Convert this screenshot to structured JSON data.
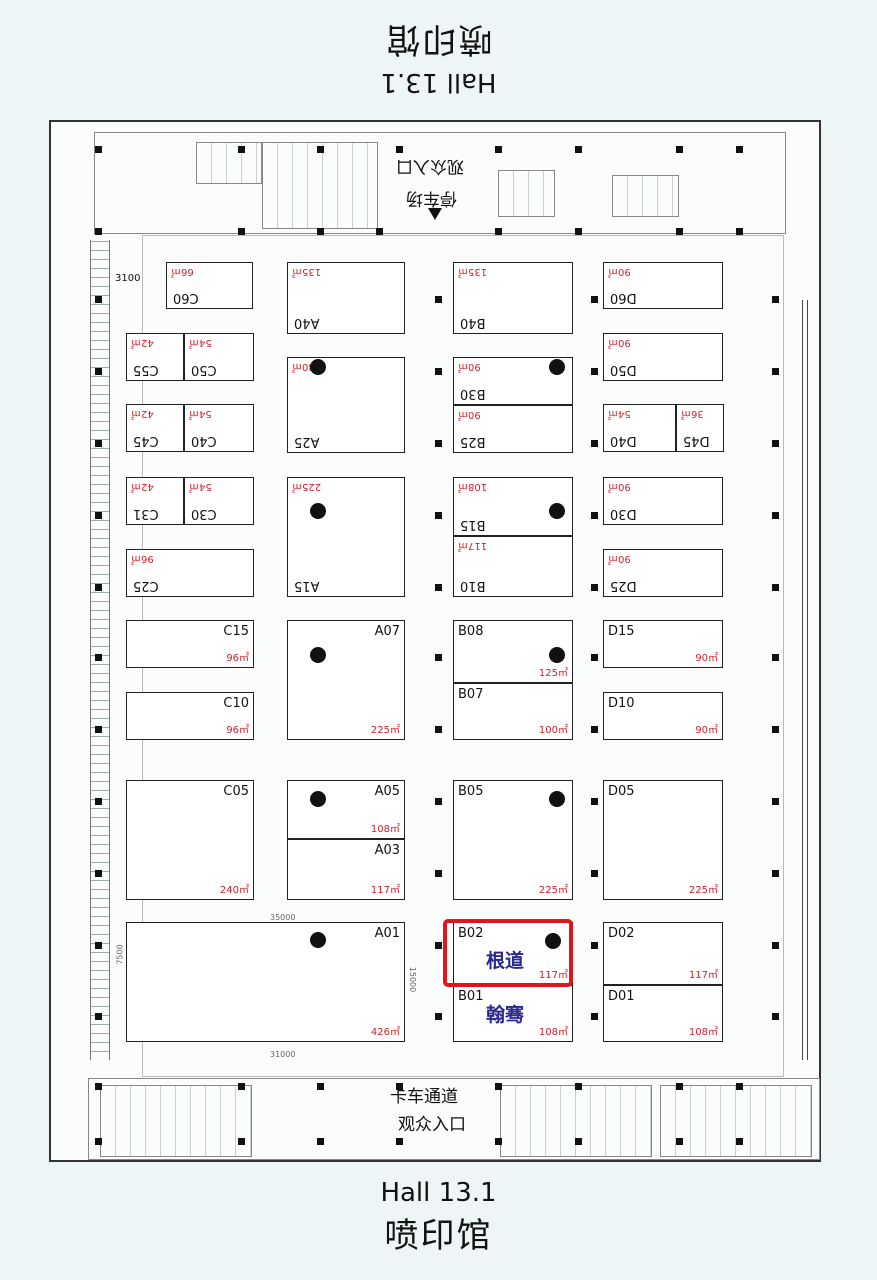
{
  "header": {
    "hall": "Hall 13.1",
    "name": "喷印馆"
  },
  "footer": {
    "hall": "Hall 13.1",
    "name": "喷印馆"
  },
  "top_labels": {
    "audience_entrance": "观众入口",
    "parking": "停车场"
  },
  "bottom_labels": {
    "truck_lane": "卡车通道",
    "audience_entrance": "观众入口"
  },
  "dimensions": {
    "d3100": "3100",
    "d35000": "35000",
    "d31000": "31000",
    "d15000": "15000",
    "d7500a": "7500",
    "d7500b": "7500"
  },
  "booths": [
    {
      "id": "C60",
      "area": "66㎡",
      "flip": true
    },
    {
      "id": "A40",
      "area": "135㎡",
      "flip": true
    },
    {
      "id": "B40",
      "area": "135㎡",
      "flip": true
    },
    {
      "id": "D60",
      "area": "90㎡",
      "flip": true
    },
    {
      "id": "C55",
      "area": "42㎡",
      "flip": true
    },
    {
      "id": "C50",
      "area": "54㎡",
      "flip": true
    },
    {
      "id": "A25",
      "area": "180㎡",
      "flip": true
    },
    {
      "id": "B30",
      "area": "90㎡",
      "flip": true
    },
    {
      "id": "D50",
      "area": "90㎡",
      "flip": true
    },
    {
      "id": "C45",
      "area": "42㎡",
      "flip": true
    },
    {
      "id": "C40",
      "area": "54㎡",
      "flip": true
    },
    {
      "id": "B25",
      "area": "90㎡",
      "flip": true
    },
    {
      "id": "D40",
      "area": "54㎡",
      "flip": true
    },
    {
      "id": "D45",
      "area": "36㎡",
      "flip": true
    },
    {
      "id": "C31",
      "area": "42㎡",
      "flip": true
    },
    {
      "id": "C30",
      "area": "54㎡",
      "flip": true
    },
    {
      "id": "A15",
      "area": "225㎡",
      "flip": true
    },
    {
      "id": "B15",
      "area": "108㎡",
      "flip": true
    },
    {
      "id": "D30",
      "area": "90㎡",
      "flip": true
    },
    {
      "id": "B10",
      "area": "117㎡",
      "flip": true
    },
    {
      "id": "C25",
      "area": "96㎡",
      "flip": true
    },
    {
      "id": "D25",
      "area": "90㎡",
      "flip": true
    },
    {
      "id": "C15",
      "area": "96㎡",
      "flip": false
    },
    {
      "id": "A07",
      "area": "225㎡",
      "flip": false
    },
    {
      "id": "B08",
      "area": "125㎡",
      "flip": false
    },
    {
      "id": "D15",
      "area": "90㎡",
      "flip": false
    },
    {
      "id": "B07",
      "area": "100㎡",
      "flip": false
    },
    {
      "id": "C10",
      "area": "96㎡",
      "flip": false
    },
    {
      "id": "D10",
      "area": "90㎡",
      "flip": false
    },
    {
      "id": "C05",
      "area": "240㎡",
      "flip": false
    },
    {
      "id": "A05",
      "area": "108㎡",
      "flip": false
    },
    {
      "id": "A03",
      "area": "117㎡",
      "flip": false
    },
    {
      "id": "B05",
      "area": "225㎡",
      "flip": false
    },
    {
      "id": "D05",
      "area": "225㎡",
      "flip": false
    },
    {
      "id": "A01",
      "area": "426㎡",
      "flip": false
    },
    {
      "id": "B02",
      "area": "117㎡",
      "flip": false,
      "exhibitor": "根道"
    },
    {
      "id": "D02",
      "area": "117㎡",
      "flip": false
    },
    {
      "id": "B01",
      "area": "108㎡",
      "flip": false,
      "exhibitor": "翰骞"
    },
    {
      "id": "D01",
      "area": "108㎡",
      "flip": false
    }
  ],
  "colors": {
    "area_text": "#d4202a",
    "exhibitor_text": "#2a2a8e",
    "highlight": "#e0141b"
  }
}
